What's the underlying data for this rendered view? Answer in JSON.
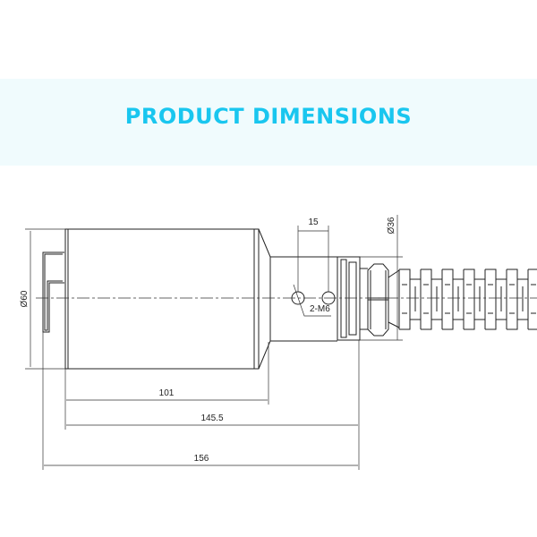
{
  "banner": {
    "title": "PRODUCT DIMENSIONS",
    "title_color": "#19c6ef",
    "background": "#f0fbfd"
  },
  "drawing": {
    "dimensions": {
      "body_diameter": "Ø60",
      "connector_diameter": "Ø36",
      "hole_spacing": "15",
      "holes": "2-M6",
      "body_length": "101",
      "length_to_connector": "145.5",
      "overall_length": "156"
    }
  }
}
